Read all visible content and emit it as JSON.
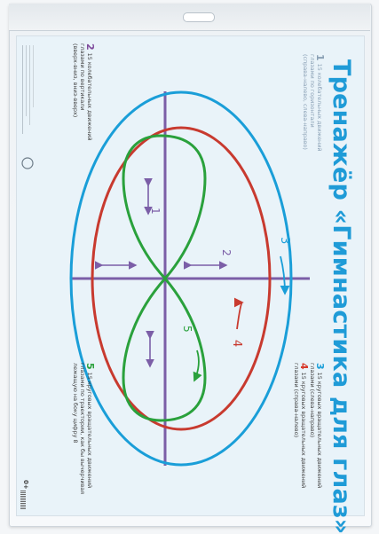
{
  "poster": {
    "title": "Тренажёр «Гимнастика для глаз»",
    "rules": [
      {
        "num": "1",
        "color": "#8aa0b5",
        "lines": [
          "15 колебательных движений",
          "глазами по горизонтали",
          "(справа-налево, слева-направо)"
        ]
      },
      {
        "num": "2",
        "color": "#7f4a9c",
        "lines": [
          "15 колебательных движений",
          "глазами по вертикали",
          "(вверх-вниз, вниз-вверх)"
        ]
      },
      {
        "num": "3",
        "color": "#1a9ed8",
        "lines": [
          "15 круговых вращательных движений",
          "глазами (слева-направо)"
        ]
      },
      {
        "num": "4",
        "color": "#d83a2c",
        "lines": [
          "15 круговых вращательных движений",
          "глазами (справа-налево)"
        ]
      },
      {
        "num": "5",
        "color": "#2aa13c",
        "lines": [
          "15 круговых вращательных движений",
          "глазами по траектории, как бы вычерчивая",
          "лежащую на боку цифру 8"
        ]
      }
    ],
    "age_badge": "0+",
    "diagram_labels": {
      "n1": "1",
      "n2": "2",
      "n3": "3",
      "n4": "4",
      "n5": "5"
    }
  },
  "colors": {
    "outer_ellipse": "#1a9ed8",
    "inner_ellipse": "#c83a2f",
    "figure_eight": "#2aa13c",
    "cross": "#7b5ea7",
    "arrows": "#7b5ea7",
    "title": "#1f9bd7"
  }
}
